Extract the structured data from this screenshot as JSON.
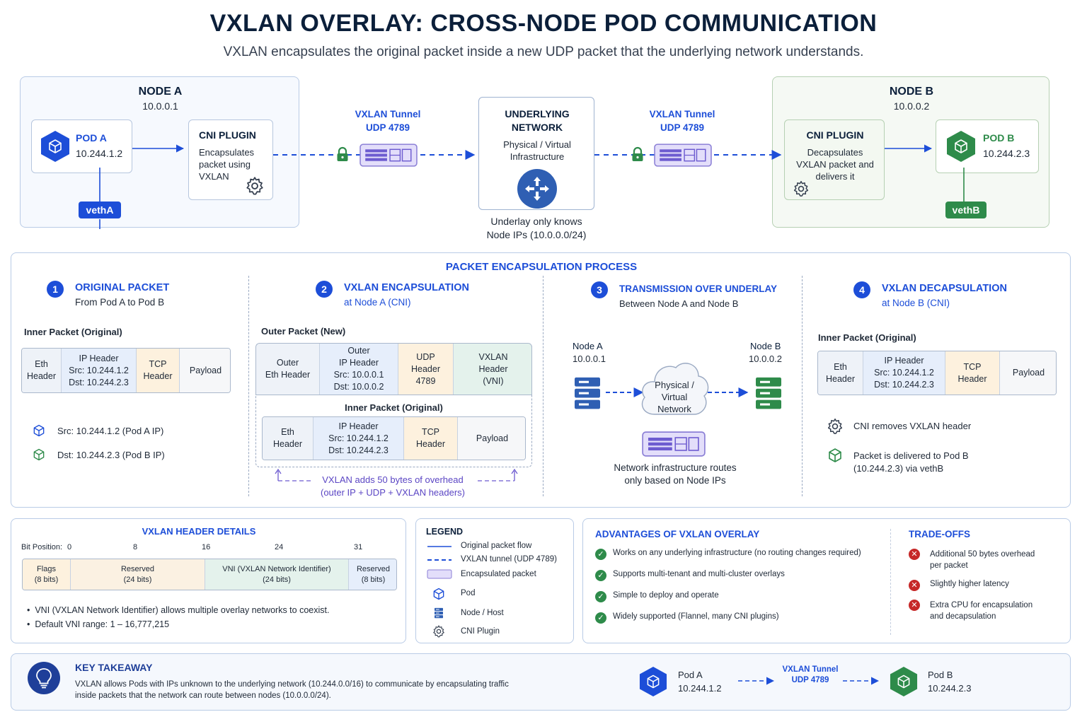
{
  "title": "VXLAN OVERLAY: CROSS-NODE POD COMMUNICATION",
  "subtitle": "VXLAN encapsulates the original packet inside a new UDP packet that the underlying network understands.",
  "nodeA": {
    "name": "NODE A",
    "ip": "10.0.0.1",
    "pod_name": "POD A",
    "pod_ip": "10.244.1.2",
    "cni_title": "CNI PLUGIN",
    "cni_desc": "Encapsulates packet using VXLAN",
    "veth": "vethA"
  },
  "nodeB": {
    "name": "NODE B",
    "ip": "10.0.0.2",
    "pod_name": "POD B",
    "pod_ip": "10.244.2.3",
    "cni_title": "CNI PLUGIN",
    "cni_desc": "Decapsulates VXLAN packet and delivers it",
    "veth": "vethB"
  },
  "tunnel": {
    "label1": "VXLAN Tunnel",
    "label2": "UDP 4789"
  },
  "underlay": {
    "title": "UNDERLYING NETWORK",
    "desc": "Physical / Virtual Infrastructure",
    "note1": "Underlay only knows",
    "note2": "Node IPs (10.0.0.0/24)"
  },
  "process": {
    "title": "PACKET ENCAPSULATION PROCESS",
    "step1": {
      "num": "1",
      "title": "ORIGINAL PACKET",
      "sub": "From Pod A to Pod B",
      "label": "Inner Packet (Original)",
      "cells": [
        "Eth\nHeader",
        "IP Header\nSrc: 10.244.1.2\nDst: 10.244.2.3",
        "TCP\nHeader",
        "Payload"
      ],
      "src": "Src: 10.244.1.2 (Pod A IP)",
      "dst": "Dst: 10.244.2.3 (Pod B IP)"
    },
    "step2": {
      "num": "2",
      "title": "VXLAN ENCAPSULATION",
      "sub": "at Node A (CNI)",
      "outer_label": "Outer Packet (New)",
      "outer_cells": [
        "Outer\nEth Header",
        "Outer\nIP Header\nSrc: 10.0.0.1\nDst: 10.0.0.2",
        "UDP\nHeader\n4789",
        "VXLAN\nHeader\n(VNI)"
      ],
      "inner_label": "Inner Packet (Original)",
      "inner_cells": [
        "Eth\nHeader",
        "IP Header\nSrc: 10.244.1.2\nDst: 10.244.2.3",
        "TCP\nHeader",
        "Payload"
      ],
      "overhead1": "VXLAN adds 50 bytes of overhead",
      "overhead2": "(outer IP + UDP + VXLAN headers)"
    },
    "step3": {
      "num": "3",
      "title": "TRANSMISSION OVER UNDERLAY",
      "sub": "Between Node A and Node B",
      "nodeA": "Node A",
      "nodeA_ip": "10.0.0.1",
      "nodeB": "Node B",
      "nodeB_ip": "10.0.0.2",
      "cloud": "Physical /\nVirtual\nNetwork",
      "note1": "Network infrastructure routes",
      "note2": "only based on Node IPs"
    },
    "step4": {
      "num": "4",
      "title": "VXLAN DECAPSULATION",
      "sub": "at Node B (CNI)",
      "label": "Inner Packet (Original)",
      "cells": [
        "Eth\nHeader",
        "IP Header\nSrc: 10.244.1.2\nDst: 10.244.2.3",
        "TCP\nHeader",
        "Payload"
      ],
      "item1": "CNI removes VXLAN header",
      "item2a": "Packet is delivered to Pod B",
      "item2b": "(10.244.2.3) via vethB"
    }
  },
  "header_details": {
    "title": "VXLAN HEADER DETAILS",
    "bit_label": "Bit Position:",
    "bits": [
      "0",
      "8",
      "16",
      "24",
      "31"
    ],
    "fields": [
      {
        "name": "Flags",
        "size": "(8 bits)"
      },
      {
        "name": "Reserved",
        "size": "(24 bits)"
      },
      {
        "name": "VNI (VXLAN Network Identifier)",
        "size": "(24 bits)"
      },
      {
        "name": "Reserved",
        "size": "(8 bits)"
      }
    ],
    "bullet1": "VNI (VXLAN Network Identifier) allows multiple overlay networks to coexist.",
    "bullet2": "Default VNI range: 1 – 16,777,215"
  },
  "legend": {
    "title": "LEGEND",
    "items": [
      "Original packet flow",
      "VXLAN tunnel (UDP 4789)",
      "Encapsulated packet",
      "Pod",
      "Node / Host",
      "CNI Plugin"
    ]
  },
  "advantages": {
    "title": "ADVANTAGES OF VXLAN OVERLAY",
    "items": [
      "Works on any underlying infrastructure (no routing changes required)",
      "Supports multi-tenant and multi-cluster overlays",
      "Simple to deploy and operate",
      "Widely supported (Flannel, many CNI plugins)"
    ]
  },
  "tradeoffs": {
    "title": "TRADE-OFFS",
    "items": [
      "Additional 50 bytes overhead\nper packet",
      "Slightly higher latency",
      "Extra CPU for encapsulation\nand decapsulation"
    ]
  },
  "takeaway": {
    "title": "KEY TAKEAWAY",
    "line1": "VXLAN allows Pods with IPs unknown to the underlying network (10.244.0.0/16) to communicate by encapsulating traffic",
    "line2": "inside packets that the network can route between nodes (10.0.0.0/24).",
    "podA": "Pod A",
    "podA_ip": "10.244.1.2",
    "tunnel1": "VXLAN Tunnel",
    "tunnel2": "UDP 4789",
    "podB": "Pod B",
    "podB_ip": "10.244.2.3"
  },
  "colors": {
    "blue": "#1d4ed8",
    "green": "#2e8b4a",
    "purple": "#6d5bd0",
    "eth": "#eef2f8",
    "ip": "#e6eefb",
    "tcp": "#fdf1de",
    "vxlan": "#e4f2ec",
    "red": "#c62828"
  }
}
